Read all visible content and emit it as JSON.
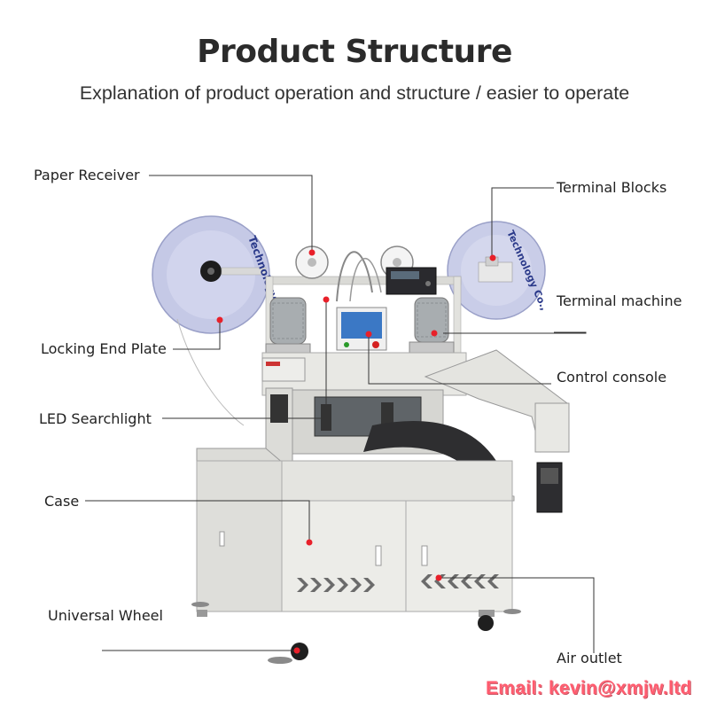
{
  "header": {
    "title": "Product Structure",
    "subtitle": "Explanation of product operation and structure / easier to operate"
  },
  "callouts": {
    "paper_receiver": "Paper Receiver",
    "terminal_blocks": "Terminal Blocks",
    "terminal_machine": "Terminal machine",
    "locking_end_plate": "Locking End Plate",
    "control_console": "Control console",
    "led_searchlight": "LED Searchlight",
    "case": "Case",
    "universal_wheel": "Universal Wheel",
    "air_outlet": "Air outlet"
  },
  "reel_text": "Technology Co.,",
  "footer": {
    "email": "Email: kevin@xmjw.ltd"
  },
  "colors": {
    "marker": "#e8202a",
    "leader": "#333333",
    "email": "#ff5b6e",
    "machine_body": "#e4e4e0",
    "reel": "#c9cde8"
  }
}
